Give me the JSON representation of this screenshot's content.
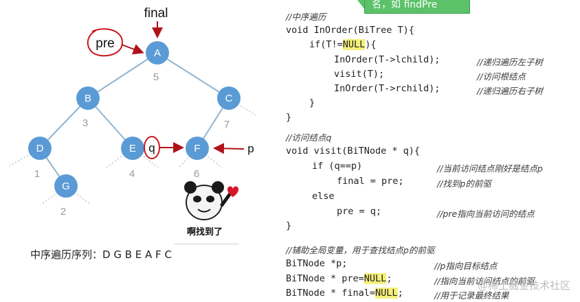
{
  "tree": {
    "final_label": "final",
    "pre_label": "pre",
    "q_label": "q",
    "p_label": "p",
    "nodes": [
      {
        "id": "A",
        "label": "A",
        "order": "5"
      },
      {
        "id": "B",
        "label": "B",
        "order": "3"
      },
      {
        "id": "C",
        "label": "C",
        "order": "7"
      },
      {
        "id": "D",
        "label": "D",
        "order": "1"
      },
      {
        "id": "E",
        "label": "E",
        "order": "4"
      },
      {
        "id": "F",
        "label": "F",
        "order": "6"
      },
      {
        "id": "G",
        "label": "G",
        "order": "2"
      }
    ],
    "sequence_text": "中序遍历序列：D G B E A F C",
    "meme_caption": "啊找到了"
  },
  "callout_text": "名，如 findPre",
  "code": {
    "inorder_comment": "//中序遍历",
    "inorder_sig": "void InOrder(BiTree T){",
    "if_line_pre": "if(T!=",
    "null": "NULL",
    "if_line_post": "){",
    "call_left": "InOrder(T->lchild);",
    "call_left_comment": "//递归遍历左子树",
    "visit_call": "visit(T);",
    "visit_call_comment": "//访问根结点",
    "call_right": "InOrder(T->rchild);",
    "call_right_comment": "//递归遍历右子树",
    "close_inner": "}",
    "close_outer": "}",
    "visit_comment": "//访问结点q",
    "visit_sig": "void visit(BiTNode * q){",
    "vif": "if (q==p)",
    "vif_comment": "//当前访问结点刚好是结点p",
    "assign_final": "final = pre;",
    "assign_final_comment": "//找到p的前驱",
    "else_kw": "else",
    "assign_pre": "pre = q;",
    "assign_pre_comment": "//pre指向当前访问的结点",
    "close_visit": "}",
    "aux_comment": "//辅助全局变量，用于查找结点p的前驱",
    "decl_p": "BiTNode *p;",
    "decl_p_comment": "//p指向目标结点",
    "decl_pre": "BiTNode * pre=",
    "decl_pre_comment": "//指向当前访问结点的前驱",
    "decl_final": "BiTNode * final=",
    "decl_final_comment": "//用于记录最终结果",
    "semicolon": ";"
  },
  "watermark": "@稀土掘金技术社区",
  "colors": {
    "node": "#5b9bd5",
    "edge": "#8fb3cf",
    "arrow": "#b0121a",
    "callout": "#5cc26a",
    "highlight": "#f4f07a"
  }
}
